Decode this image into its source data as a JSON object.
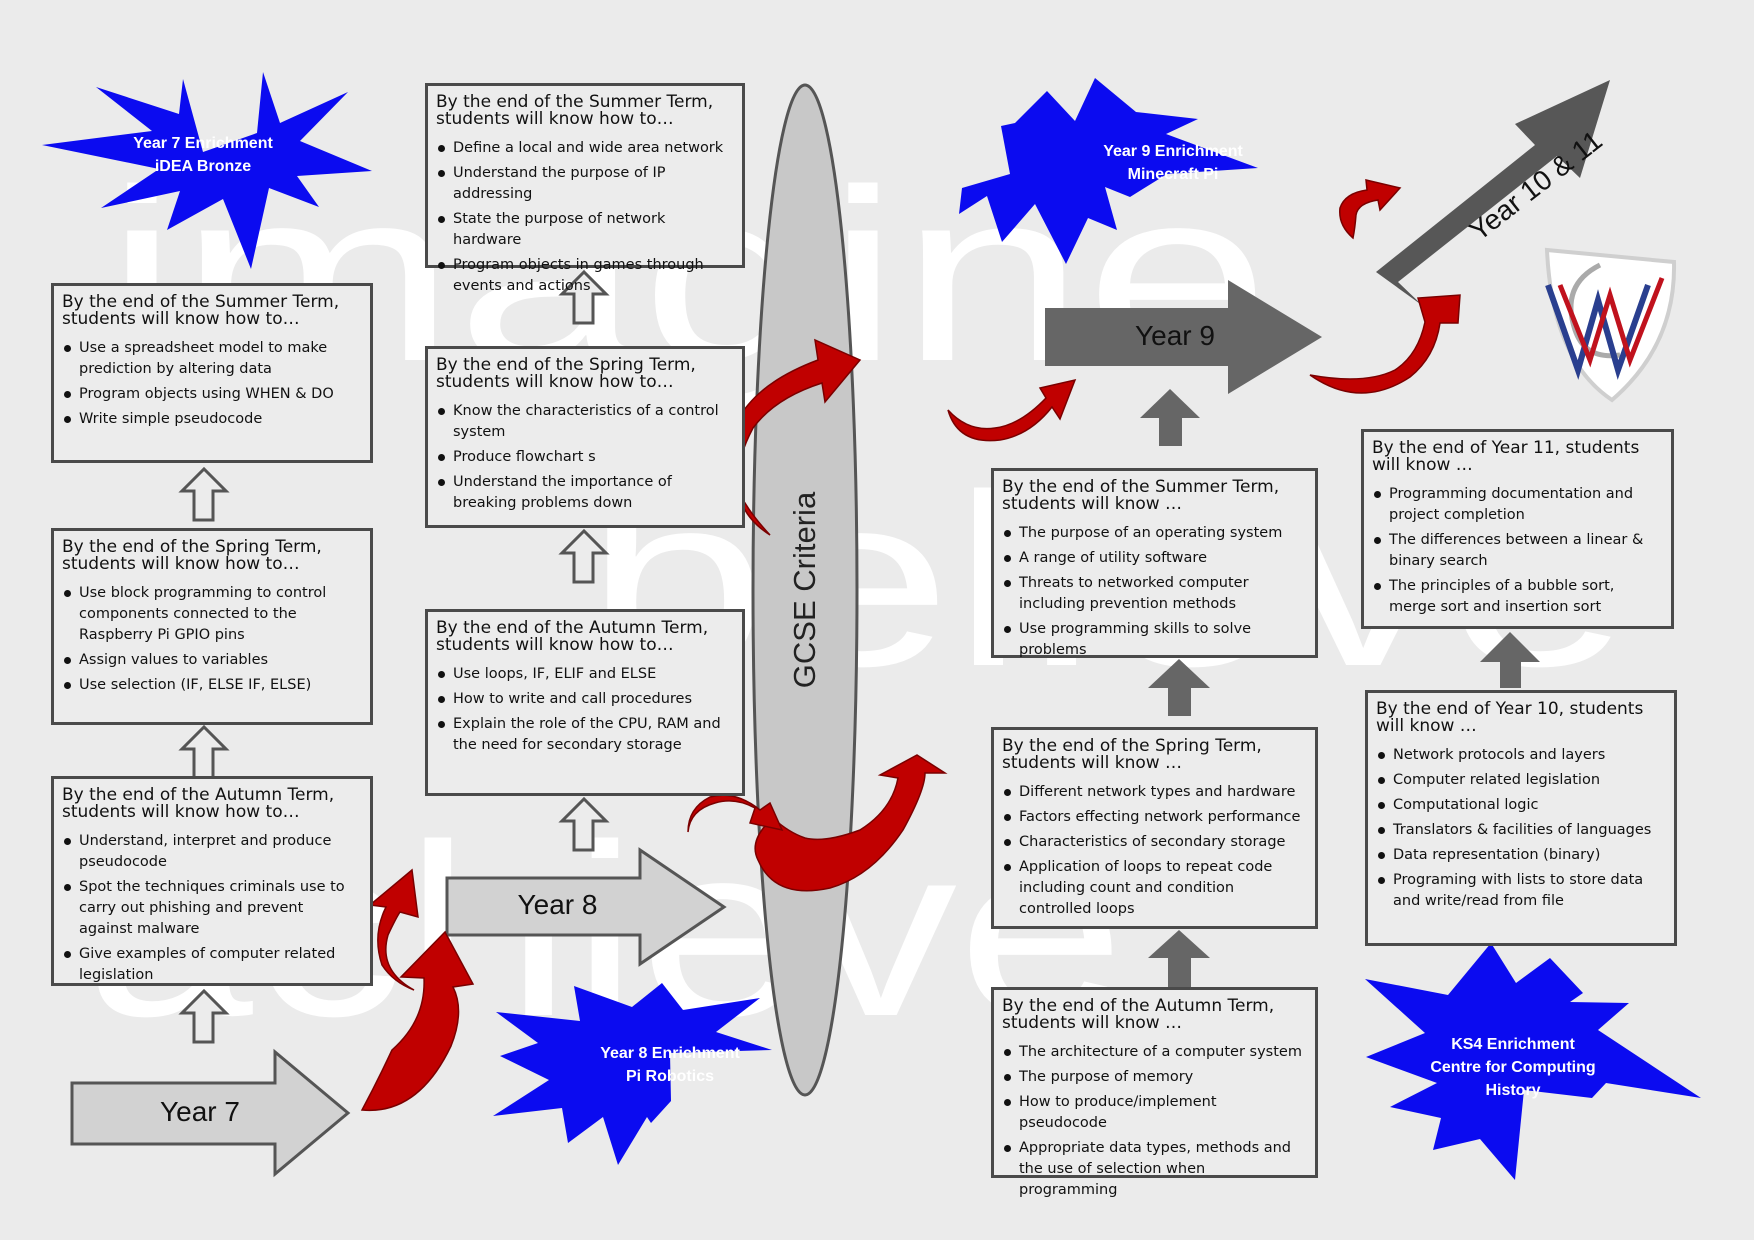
{
  "watermark": {
    "line1": "imagine",
    "line2": "believe",
    "line3": "achieve"
  },
  "pillar": {
    "label": "GCSE Criteria"
  },
  "year_arrows": {
    "y7": "Year 7",
    "y8": "Year 8",
    "y9": "Year 9",
    "y10_11": "Year 10 & 11"
  },
  "enrichment": {
    "y7": {
      "line1": "Year 7 Enrichment",
      "line2": "iDEA Bronze"
    },
    "y8": {
      "line1": "Year 8 Enrichment",
      "line2": "Pi Robotics"
    },
    "y9": {
      "line1": "Year 9 Enrichment",
      "line2": "Minecraft Pi"
    },
    "ks4": {
      "line1": "KS4 Enrichment",
      "line2": "Centre for Computing",
      "line3": "History"
    }
  },
  "colors": {
    "star": "#0b0bf0",
    "curve_arrow": "#c00000",
    "pale_arrow": "#d2d2d2",
    "dark_arrow": "#666666",
    "box_border": "#4a4a4a"
  },
  "boxes": {
    "y7_autumn": {
      "title": "By the end of the Autumn Term, students will know how to…",
      "items": [
        "Understand, interpret and produce pseudocode",
        "Spot the techniques criminals use to carry out phishing and prevent against malware",
        "Give examples of computer related legislation"
      ]
    },
    "y7_spring": {
      "title": "By the end of the Spring Term, students will know how to…",
      "items": [
        "Use block programming to control components connected to the Raspberry Pi GPIO pins",
        "Assign values to variables",
        "Use selection (IF, ELSE IF, ELSE)"
      ]
    },
    "y7_summer": {
      "title": "By the end of the Summer Term, students will know how to…",
      "items": [
        "Use a spreadsheet model to make prediction by altering data",
        "Program objects using WHEN & DO",
        "Write simple pseudocode"
      ]
    },
    "y8_autumn": {
      "title": "By the end of the Autumn Term, students will know how to…",
      "items": [
        "Use loops, IF, ELIF and ELSE",
        "How to write and call procedures",
        "Explain the role of the CPU, RAM and the need for secondary storage"
      ]
    },
    "y8_spring": {
      "title": "By the end of the Spring Term, students will know how to…",
      "items": [
        "Know the characteristics of a control system",
        "Produce flowchart s",
        "Understand the importance of breaking problems down"
      ]
    },
    "y8_summer": {
      "title": "By the end of the Summer Term, students will know how to…",
      "items": [
        "Define a local and wide area network",
        "Understand the purpose of IP addressing",
        "State the purpose of network hardware",
        "Program objects in games through events and actions"
      ]
    },
    "y9_autumn": {
      "title": "By the end of the Autumn Term, students will know …",
      "items": [
        "The architecture of a computer system",
        "The purpose of memory",
        "How to produce/implement pseudocode",
        "Appropriate data types, methods and the use of selection when programming"
      ]
    },
    "y9_spring": {
      "title": "By the end of the Spring Term, students will know …",
      "items": [
        "Different network types and hardware",
        "Factors effecting network performance",
        "Characteristics of secondary storage",
        "Application of loops to repeat code including count and condition controlled loops"
      ]
    },
    "y9_summer": {
      "title": "By the end of the Summer Term, students will know …",
      "items": [
        "The purpose of an operating system",
        "A range of utility software",
        "Threats to networked computer including prevention methods",
        "Use programming skills to solve problems"
      ]
    },
    "y10": {
      "title": "By the end of Year 10, students will know …",
      "items": [
        "Network protocols and layers",
        "Computer related legislation",
        "Computational logic",
        "Translators & facilities of languages",
        "Data representation (binary)",
        "Programing with lists to store data and write/read from file"
      ]
    },
    "y11": {
      "title": "By the end of Year 11, students will know …",
      "items": [
        "Programming documentation and project completion",
        "The differences between a linear & binary search",
        "The principles of a bubble sort, merge sort and insertion sort"
      ]
    }
  }
}
